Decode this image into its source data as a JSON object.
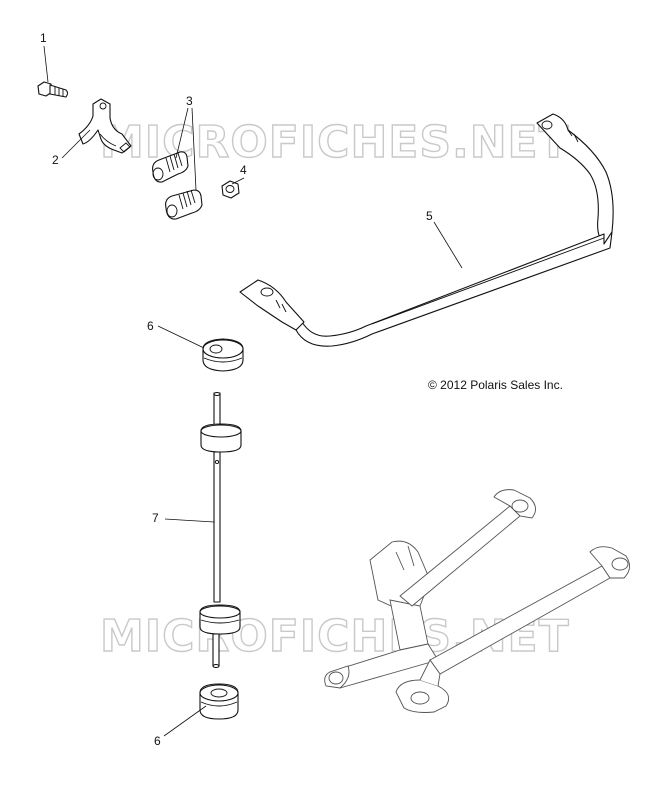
{
  "watermark": {
    "text_top": "MICROFICHES.NET",
    "text_bottom": "MICROFICHES.NET"
  },
  "copyright": "© 2012 Polaris Sales Inc.",
  "callouts": [
    {
      "id": "c1",
      "label": "1"
    },
    {
      "id": "c2",
      "label": "2"
    },
    {
      "id": "c3",
      "label": "3"
    },
    {
      "id": "c4",
      "label": "4"
    },
    {
      "id": "c5",
      "label": "5"
    },
    {
      "id": "c6a",
      "label": "6"
    },
    {
      "id": "c7",
      "label": "7"
    },
    {
      "id": "c6b",
      "label": "6"
    }
  ]
}
